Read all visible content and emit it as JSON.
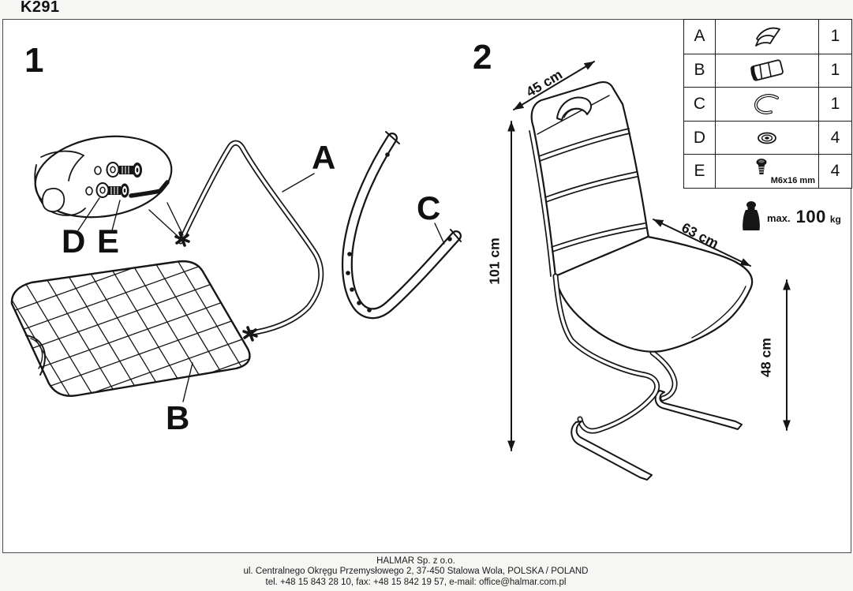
{
  "title": "K291",
  "steps": {
    "step1": "1",
    "step2": "2"
  },
  "part_labels": {
    "a": "A",
    "b": "B",
    "c": "C",
    "d": "D",
    "e": "E"
  },
  "dimensions": {
    "back_width": "45 cm",
    "total_height": "101 cm",
    "depth": "63 cm",
    "seat_height": "48 cm"
  },
  "max_load": {
    "label": "max.",
    "value": "100",
    "unit": "kg"
  },
  "parts_table": {
    "rows": [
      {
        "letter": "A",
        "icon": "seat-shell-icon",
        "qty": "1"
      },
      {
        "letter": "B",
        "icon": "backrest-frame-icon",
        "qty": "1"
      },
      {
        "letter": "C",
        "icon": "u-bracket-icon",
        "qty": "1"
      },
      {
        "letter": "D",
        "icon": "washer-icon",
        "qty": "4"
      },
      {
        "letter": "E",
        "icon": "bolt-icon",
        "qty": "4"
      }
    ],
    "bolt_size": "M6x16 mm"
  },
  "footer": {
    "company": "HALMAR Sp. z o.o.",
    "address": "ul. Centralnego Okręgu Przemysłowego 2, 37-450 Stalowa Wola, POLSKA / POLAND",
    "contact": "tel. +48 15 843 28 10, fax: +48 15 842 19 57, e-mail: office@halmar.com.pl"
  },
  "colors": {
    "line": "#161616",
    "panel_border": "#4c4c4c",
    "background": "#ffffff"
  }
}
